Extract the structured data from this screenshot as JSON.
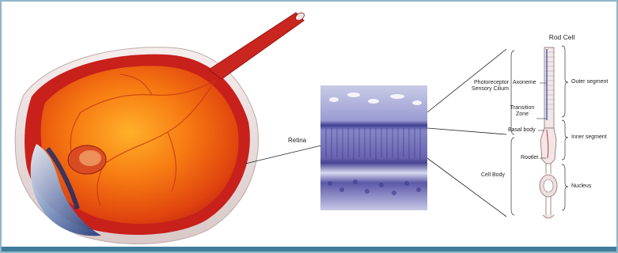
{
  "labels": {
    "retina": "Retina",
    "rod_cell": "Rod Cell",
    "photoreceptor_sensory_cilium": "Photoreceptor\nSensory Cilium",
    "axoneme": "Axoneme",
    "transition_zone": "Transition\nZone",
    "basal_body": "Basal body",
    "rootlet": "Rootlet",
    "cell_body": "Cell Body",
    "outer_segment": "Outer segment",
    "inner_segment": "Inner segment",
    "nucleus": "Nucleus"
  },
  "colors": {
    "eye_interior": "#e8560f",
    "eye_wall": "#c8201b",
    "optic_nerve": "#c8261f",
    "histology_purple": "#6a63b0",
    "frame": "#8fb6c9"
  }
}
